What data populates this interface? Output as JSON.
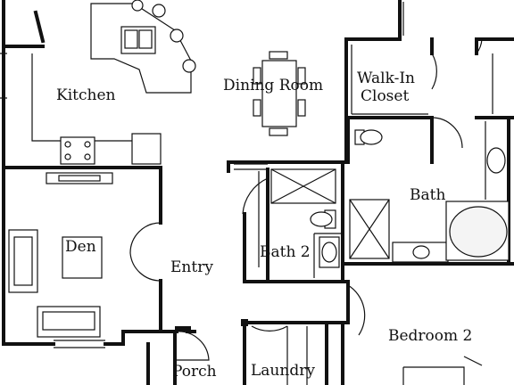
{
  "plan": {
    "rooms": {
      "kitchen": "Kitchen",
      "dining_room": "Dining Room",
      "walk_in_closet_line1": "Walk-In",
      "walk_in_closet_line2": "Closet",
      "bath": "Bath",
      "den": "Den",
      "entry": "Entry",
      "bath_2": "Bath 2",
      "bedroom_2": "Bedroom 2",
      "porch": "Porch",
      "laundry": "Laundry"
    },
    "colors": {
      "line": "#111111",
      "background": "#ffffff"
    }
  }
}
